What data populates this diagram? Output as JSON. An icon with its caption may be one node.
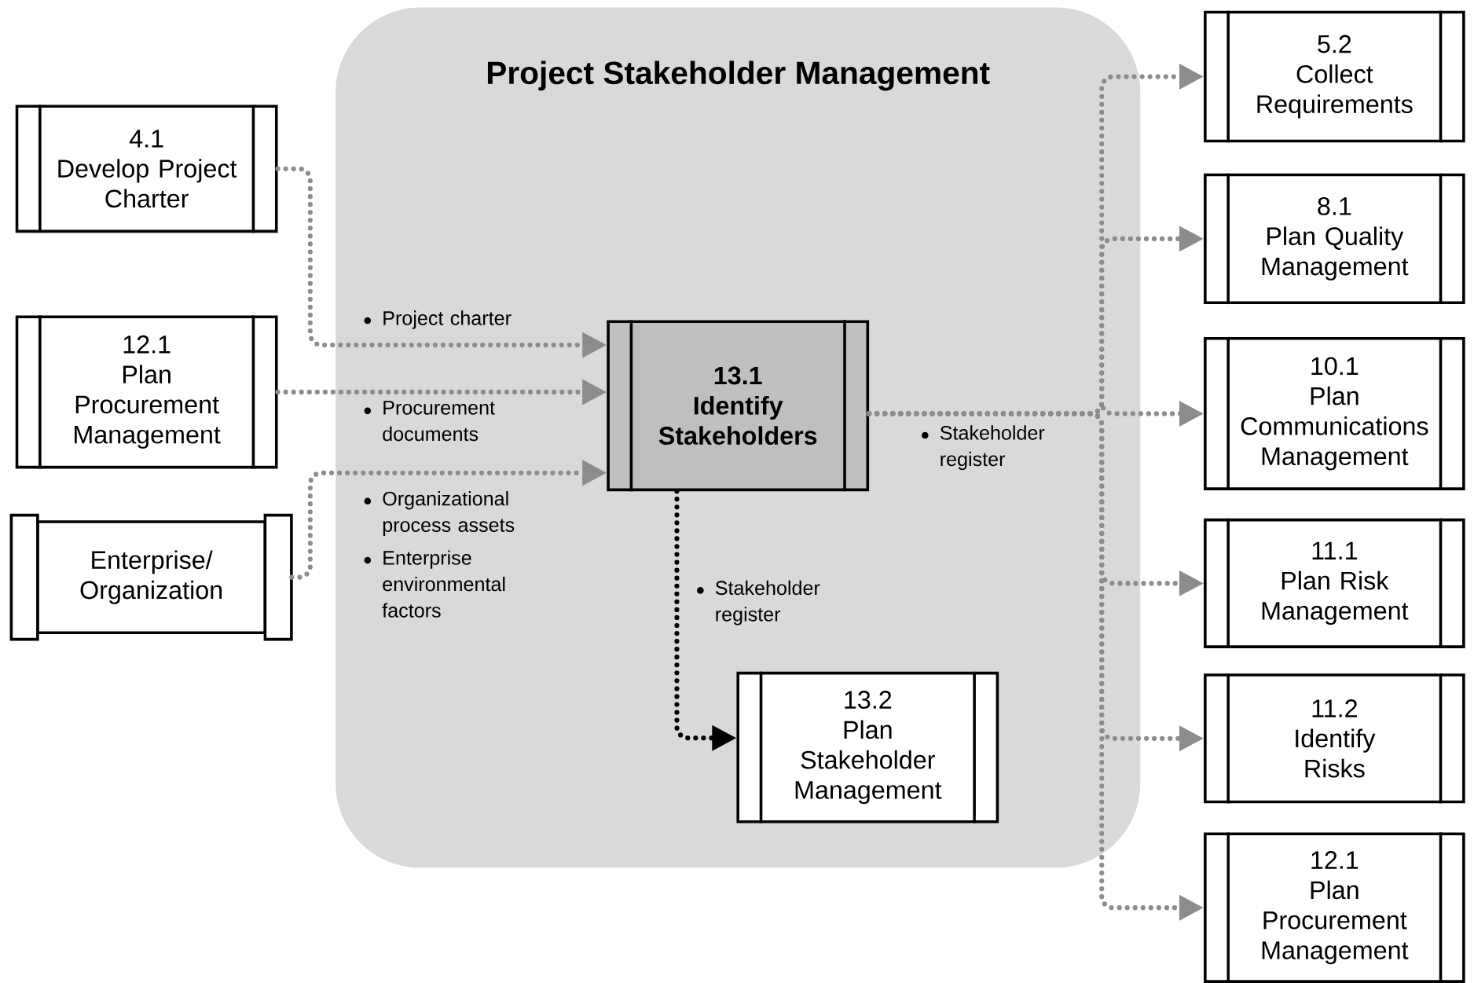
{
  "diagram": {
    "nodes": [
      {
        "text": [
          "Project Stakeholder Management"
        ]
      },
      {
        "text": [
          "4.1",
          "Develop Project Charter"
        ]
      },
      {
        "text": [
          "12.1",
          "Plan Procurement Management"
        ]
      },
      {
        "text": [
          "Enterprise/ Organization"
        ]
      },
      {
        "text": [
          "13.1",
          "Identify Stakeholders"
        ],
        "in": 0
      },
      {
        "text": [
          "13.2",
          "Plan Stakeholder Management"
        ],
        "in": 0
      },
      {
        "text": [
          "5.2",
          "Collect Requirements"
        ]
      },
      {
        "text": [
          "8.1",
          "Plan Quality Management"
        ]
      },
      {
        "text": [
          "10.1",
          "Plan Communications Management"
        ]
      },
      {
        "text": [
          "11.1",
          "Plan Risk Management"
        ]
      },
      {
        "text": [
          "11.2",
          "Identify Risks"
        ]
      },
      {
        "text": [
          "12.1",
          "Plan Procurement Management"
        ]
      }
    ],
    "edges": [
      {
        "from": 1,
        "to": 4,
        "arrow": "to",
        "label": "Project charter"
      },
      {
        "from": 2,
        "to": 4,
        "arrow": "to",
        "label": "Procurement documents"
      },
      {
        "from": 3,
        "to": 4,
        "arrow": "to",
        "label": "Organizational process assets"
      },
      {
        "from": 4,
        "to": 5,
        "arrow": "to",
        "label": "Stakeholder register",
        "color": "#000000"
      },
      {
        "from": 4,
        "to": 6,
        "arrow": "to"
      },
      {
        "from": 4,
        "to": 7,
        "arrow": "to"
      },
      {
        "from": 4,
        "to": 8,
        "arrow": "to",
        "label": "Stakeholder register"
      },
      {
        "from": 4,
        "to": 9,
        "arrow": "to"
      },
      {
        "from": 4,
        "to": 10,
        "arrow": "to"
      },
      {
        "from": 4,
        "to": 11,
        "arrow": "to"
      }
    ],
    "labels": [
      "Enterprise environmental factors"
    ]
  }
}
